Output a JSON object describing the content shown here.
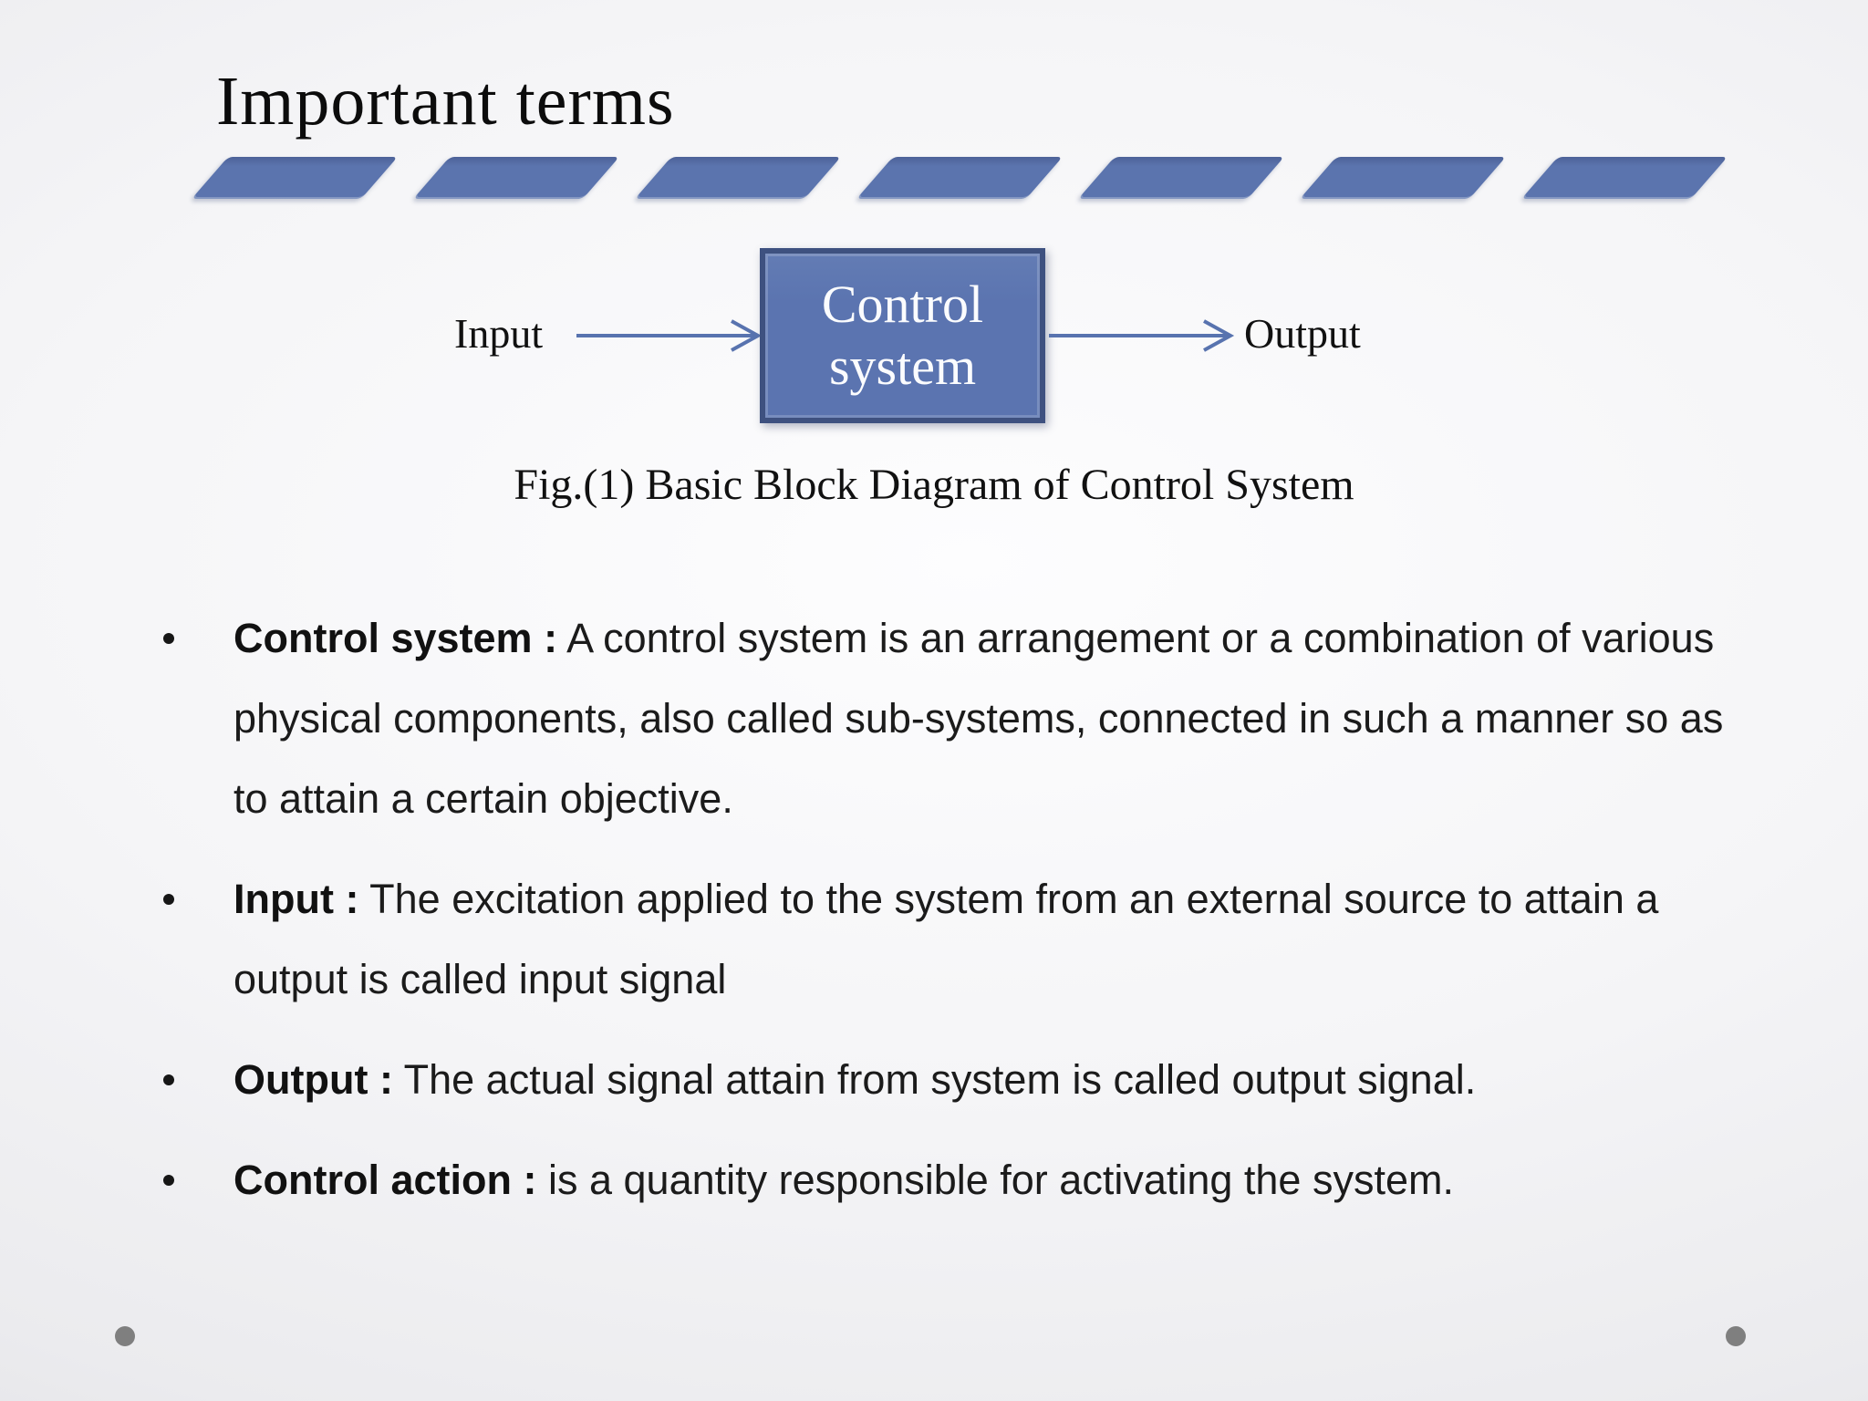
{
  "slide": {
    "title": "Important terms",
    "divider": {
      "segment_count": 7
    },
    "diagram": {
      "input_label": "Input",
      "output_label": "Output",
      "box_label_line1": "Control",
      "box_label_line2": "system",
      "caption": "Fig.(1) Basic Block Diagram of Control System"
    },
    "bullets": [
      {
        "term": "Control system :",
        "definition": "A control system is an arrangement or a combination of various physical components, also called sub-systems, connected in such a manner so as to attain a certain objective."
      },
      {
        "term": "Input :",
        "definition": "The excitation applied to the system from an external source to attain a output is called input signal"
      },
      {
        "term": "Output :",
        "definition": "The actual signal attain from system is called output signal."
      },
      {
        "term": "Control action :",
        "definition": "is a quantity responsible for activating the system."
      }
    ],
    "colors": {
      "accent": "#5B74AE",
      "accent_dark": "#4D6298",
      "box_fill": "#5B74B0",
      "box_border": "#3E5180",
      "arrow": "#5873AF",
      "dot_color": "#7F7F7F"
    }
  }
}
